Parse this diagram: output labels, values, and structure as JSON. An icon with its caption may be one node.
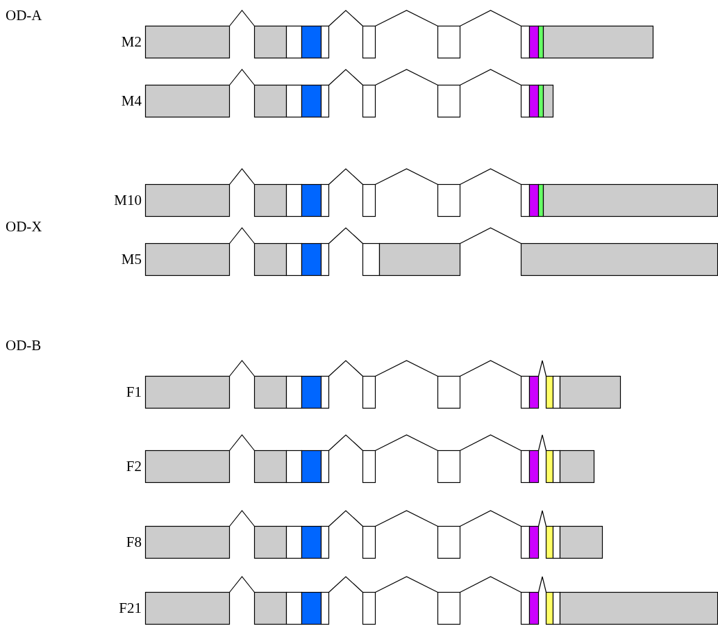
{
  "diagram": {
    "labels": [
      "OD-A",
      "M2",
      "M4",
      "M10",
      "OD-X",
      "M5",
      "OD-B",
      "F1",
      "F2",
      "F8",
      "F21"
    ]
  }
}
